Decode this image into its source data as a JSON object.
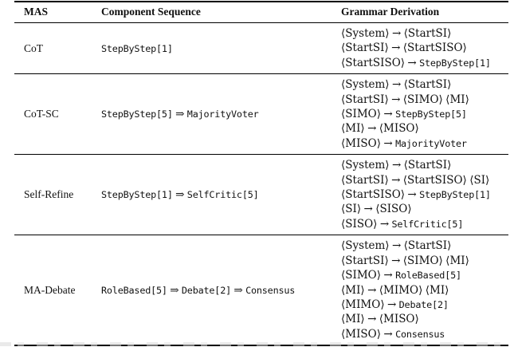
{
  "colors": {
    "text": "#111111",
    "rule": "#000000",
    "background": "#ffffff"
  },
  "table": {
    "headers": [
      "MAS",
      "Component Sequence",
      "Grammar Derivation"
    ],
    "rows": [
      {
        "mas": "CoT",
        "sequence": "StepByStep[1]",
        "grammar": [
          "⟨System⟩ → ⟨StartSI⟩",
          "⟨StartSI⟩ → ⟨StartSISO⟩",
          "⟨StartSISO⟩ → StepByStep[1]"
        ]
      },
      {
        "mas": "CoT-SC",
        "sequence": "StepByStep[5] ⇒ MajorityVoter",
        "grammar": [
          "⟨System⟩ → ⟨StartSI⟩",
          "⟨StartSI⟩ → ⟨SIMO⟩ ⟨MI⟩",
          "⟨SIMO⟩ → StepByStep[5]",
          "⟨MI⟩ → ⟨MISO⟩",
          "⟨MISO⟩ → MajorityVoter"
        ]
      },
      {
        "mas": "Self-Refine",
        "sequence": "StepByStep[1] ⇒ SelfCritic[5]",
        "grammar": [
          "⟨System⟩ → ⟨StartSI⟩",
          "⟨StartSI⟩ → ⟨StartSISO⟩ ⟨SI⟩",
          "⟨StartSISO⟩ → StepByStep[1]",
          "⟨SI⟩ → ⟨SISO⟩",
          "⟨SISO⟩ → SelfCritic[5]"
        ]
      },
      {
        "mas": "MA-Debate",
        "sequence": "RoleBased[5] ⇒ Debate[2] ⇒ Consensus",
        "grammar": [
          "⟨System⟩ → ⟨StartSI⟩",
          "⟨StartSI⟩ → ⟨SIMO⟩ ⟨MI⟩",
          "⟨SIMO⟩ → RoleBased[5]",
          "⟨MI⟩ → ⟨MIMO⟩ ⟨MI⟩",
          "⟨MIMO⟩ → Debate[2]",
          "⟨MI⟩ → ⟨MISO⟩",
          "⟨MISO⟩ → Consensus"
        ]
      }
    ]
  }
}
